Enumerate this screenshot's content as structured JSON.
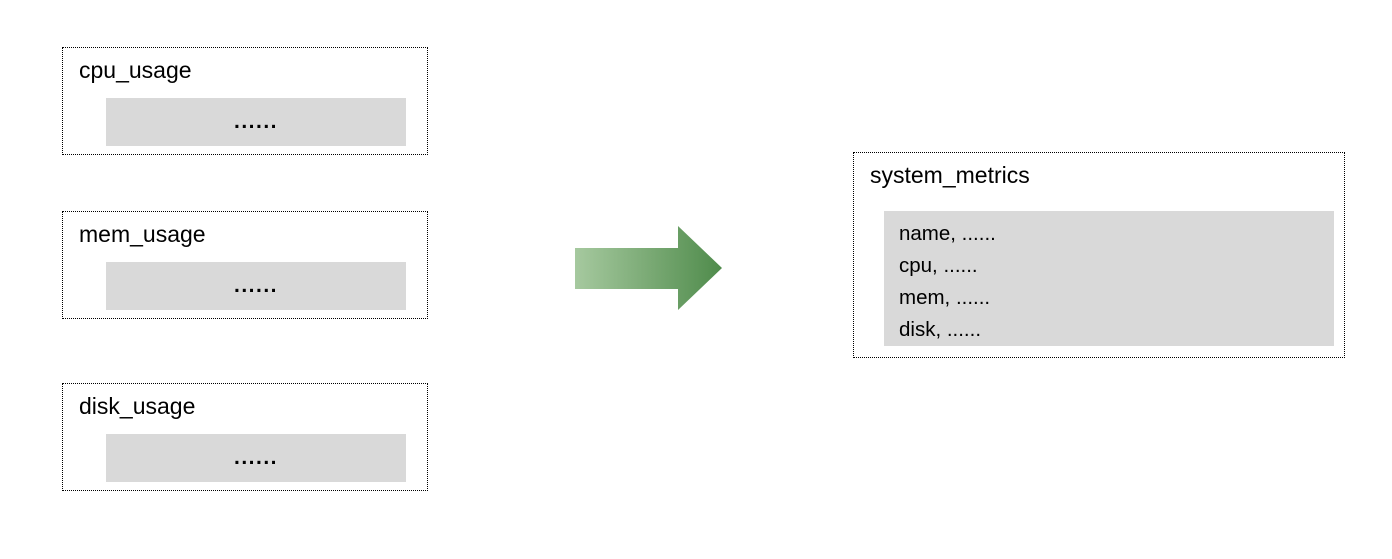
{
  "diagram": {
    "source_boxes": [
      {
        "title": "cpu_usage",
        "body": "......"
      },
      {
        "title": "mem_usage",
        "body": "......"
      },
      {
        "title": "disk_usage",
        "body": "......"
      }
    ],
    "arrow": {
      "direction": "right",
      "gradient_start": "#a6c99f",
      "gradient_end": "#4f8b4b"
    },
    "result_box": {
      "title": "system_metrics",
      "rows": [
        "name, ......",
        "cpu, ......",
        "mem, ......",
        "disk, ......"
      ]
    },
    "colors": {
      "box_fill": "#d9d9d9",
      "border": "#000000",
      "background": "#ffffff"
    }
  }
}
